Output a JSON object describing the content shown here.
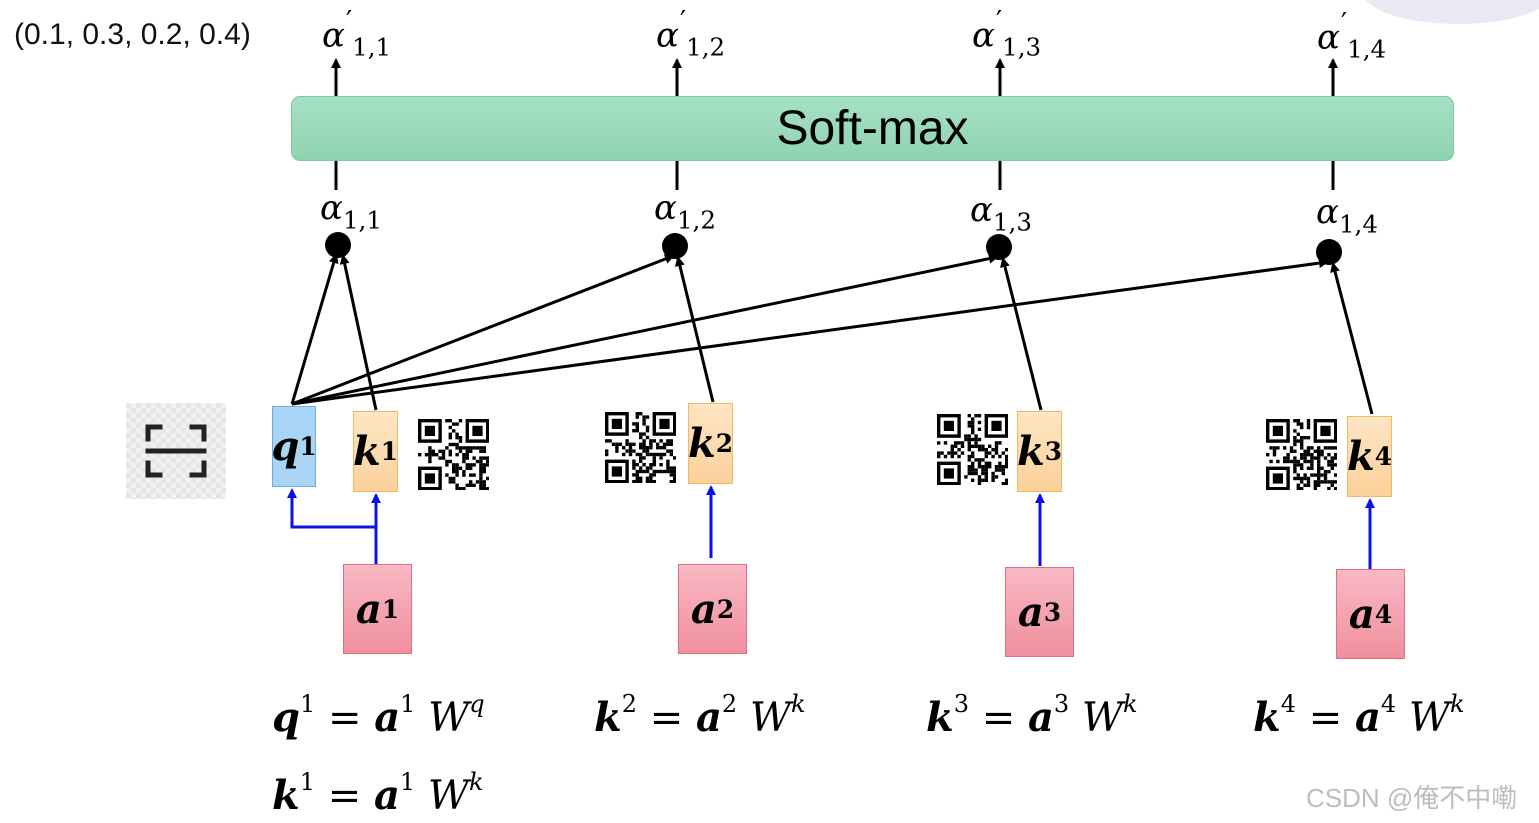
{
  "tuple_text": "(0.1, 0.3, 0.2, 0.4)",
  "softmax_label": "Soft-max",
  "output_alphas": [
    {
      "base": "α",
      "sub": "1,1"
    },
    {
      "base": "α",
      "sub": "1,2"
    },
    {
      "base": "α",
      "sub": "1,3"
    },
    {
      "base": "α",
      "sub": "1,4"
    }
  ],
  "input_alphas": [
    {
      "base": "α",
      "sub": "1,1"
    },
    {
      "base": "α",
      "sub": "1,2"
    },
    {
      "base": "α",
      "sub": "1,3"
    },
    {
      "base": "α",
      "sub": "1,4"
    }
  ],
  "query": {
    "base": "q",
    "sup": "1"
  },
  "keys": [
    {
      "base": "k",
      "sup": "1"
    },
    {
      "base": "k",
      "sup": "2"
    },
    {
      "base": "k",
      "sup": "3"
    },
    {
      "base": "k",
      "sup": "4"
    }
  ],
  "inputs": [
    {
      "base": "a",
      "sup": "1"
    },
    {
      "base": "a",
      "sup": "2"
    },
    {
      "base": "a",
      "sup": "3"
    },
    {
      "base": "a",
      "sup": "4"
    }
  ],
  "equations": [
    {
      "lhs": "q",
      "lhs_sup": "1",
      "eq": "=",
      "rhs": "a",
      "rhs_sup": "1",
      "w": "W",
      "w_sup": "q"
    },
    {
      "lhs": "k",
      "lhs_sup": "2",
      "eq": "=",
      "rhs": "a",
      "rhs_sup": "2",
      "w": "W",
      "w_sup": "k"
    },
    {
      "lhs": "k",
      "lhs_sup": "3",
      "eq": "=",
      "rhs": "a",
      "rhs_sup": "3",
      "w": "W",
      "w_sup": "k"
    },
    {
      "lhs": "k",
      "lhs_sup": "4",
      "eq": "=",
      "rhs": "a",
      "rhs_sup": "4",
      "w": "W",
      "w_sup": "k"
    },
    {
      "lhs": "k",
      "lhs_sup": "1",
      "eq": "=",
      "rhs": "a",
      "rhs_sup": "1",
      "w": "W",
      "w_sup": "k"
    }
  ],
  "watermark": "CSDN @俺不中嘞",
  "colors": {
    "softmax_fill": "#9ad9ba",
    "query_fill": "#a9d4f5",
    "key_fill": "#fcd9a8",
    "input_fill": "#f4a3b0",
    "projection_arrow": "#0a12e8",
    "attention_arrow": "#000000"
  },
  "icons": [
    "scan-icon",
    "qr-code-icon",
    "user-avatar"
  ]
}
